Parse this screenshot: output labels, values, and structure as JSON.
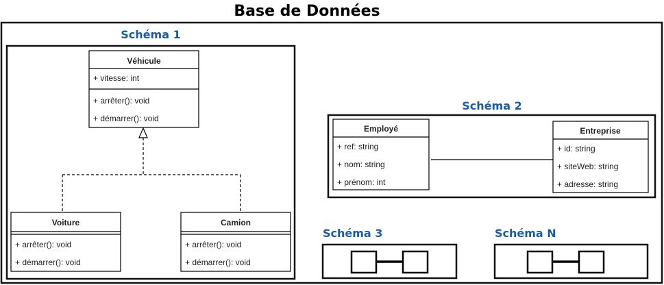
{
  "title": "Base de Données",
  "accent_color": "#1a5ba6",
  "schemas": {
    "s1": {
      "label": "Schéma 1",
      "vehicule": {
        "name": "Véhicule",
        "attributes": [
          "+ vitesse: int"
        ],
        "methods": [
          "+ arrêter(): void",
          "+ démarrer(): void"
        ]
      },
      "voiture": {
        "name": "Voiture",
        "methods": [
          "+ arrêter(): void",
          "+ démarrer(): void"
        ]
      },
      "camion": {
        "name": "Camion",
        "methods": [
          "+ arrêter(): void",
          "+ démarrer(): void"
        ]
      },
      "relation": "inheritance"
    },
    "s2": {
      "label": "Schéma 2",
      "employe": {
        "name": "Employé",
        "attributes": [
          "+ ref: string",
          "+ nom: string",
          "+ prénom: int"
        ]
      },
      "entreprise": {
        "name": "Entreprise",
        "attributes": [
          "+ id: string",
          "+ siteWeb: string",
          "+ adresse: string"
        ]
      },
      "relation": "association"
    },
    "s3": {
      "label": "Schéma 3"
    },
    "sN": {
      "label": "Schéma N"
    }
  }
}
